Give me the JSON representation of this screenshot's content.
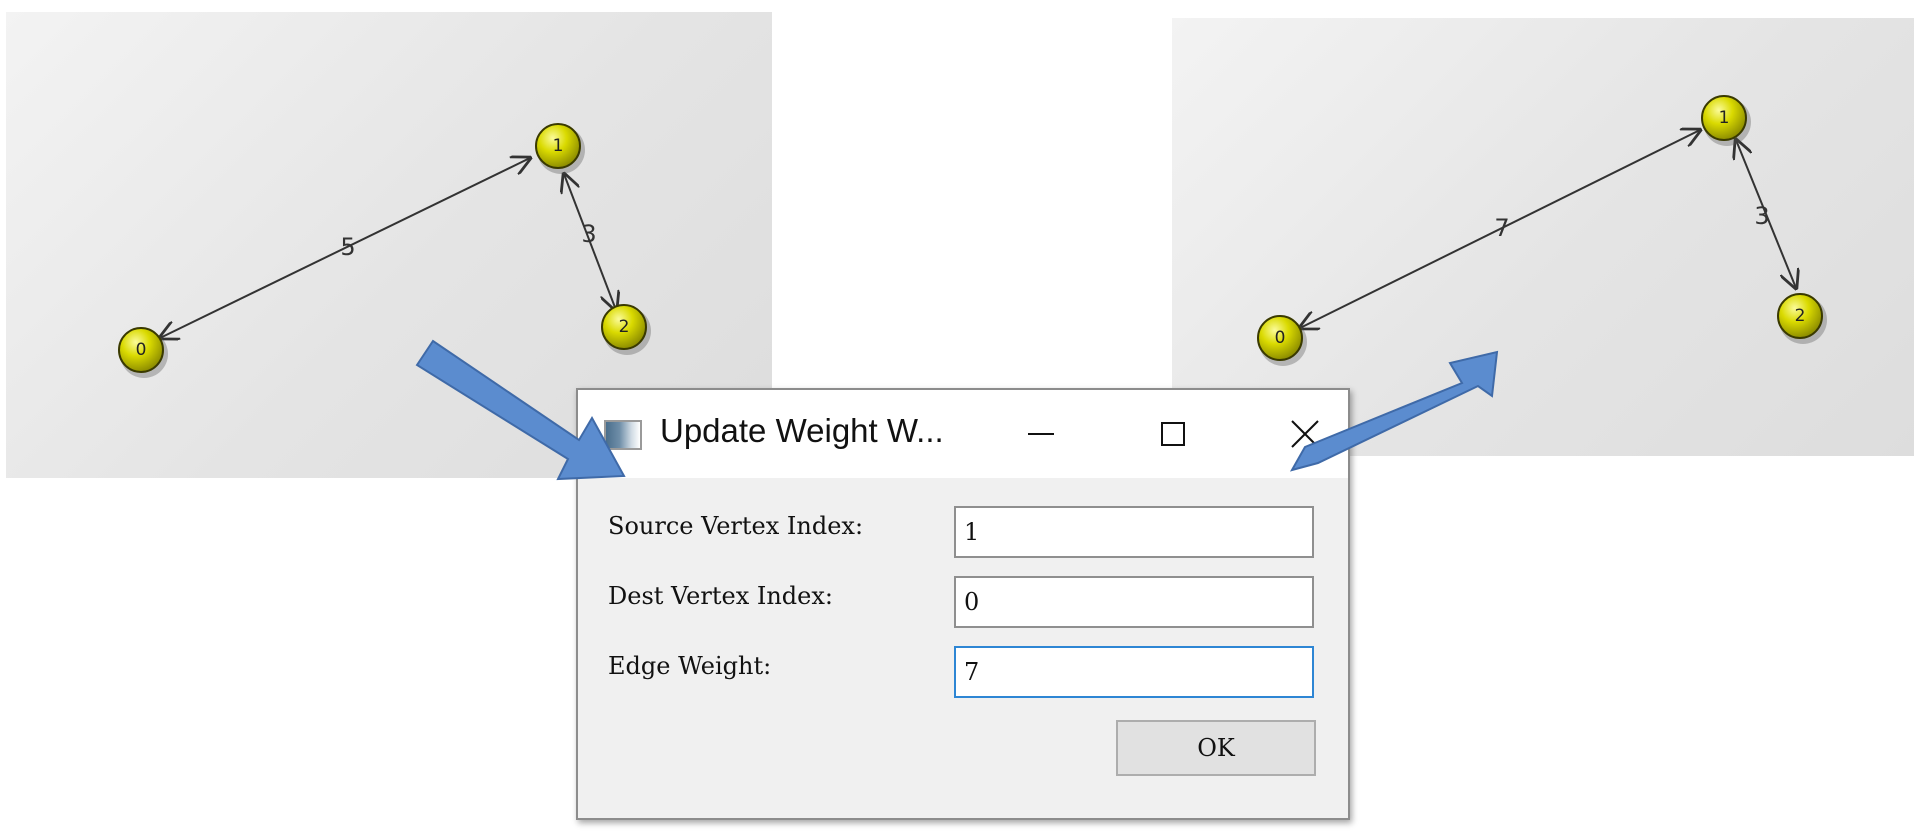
{
  "graph_before": {
    "nodes": [
      {
        "id": "node-0",
        "label": "0"
      },
      {
        "id": "node-1",
        "label": "1"
      },
      {
        "id": "node-2",
        "label": "2"
      }
    ],
    "edges": [
      {
        "id": "edge-1-0",
        "from": "1",
        "to": "0",
        "weight": "5"
      },
      {
        "id": "edge-1-2",
        "from": "1",
        "to": "2",
        "weight": "3"
      }
    ]
  },
  "graph_after": {
    "nodes": [
      {
        "id": "node-0",
        "label": "0"
      },
      {
        "id": "node-1",
        "label": "1"
      },
      {
        "id": "node-2",
        "label": "2"
      }
    ],
    "edges": [
      {
        "id": "edge-1-0",
        "from": "1",
        "to": "0",
        "weight": "7"
      },
      {
        "id": "edge-1-2",
        "from": "1",
        "to": "2",
        "weight": "3"
      }
    ]
  },
  "dialog": {
    "title": "Update Weight W...",
    "minimize_icon": "minimize-icon",
    "maximize_icon": "maximize-icon",
    "close_icon": "close-icon",
    "fields": {
      "source": {
        "label": "Source Vertex Index:",
        "value": "1"
      },
      "dest": {
        "label": "Dest Vertex Index:",
        "value": "0"
      },
      "weight": {
        "label": "Edge Weight:",
        "value": "7"
      }
    },
    "ok_label": "OK"
  },
  "colors": {
    "node_fill": "#d8d800",
    "node_stroke": "#3a3a00",
    "edge": "#333333",
    "arrow": "#5b8ccf",
    "arrow_stroke": "#3f6aa8",
    "focus": "#2e86d4"
  }
}
